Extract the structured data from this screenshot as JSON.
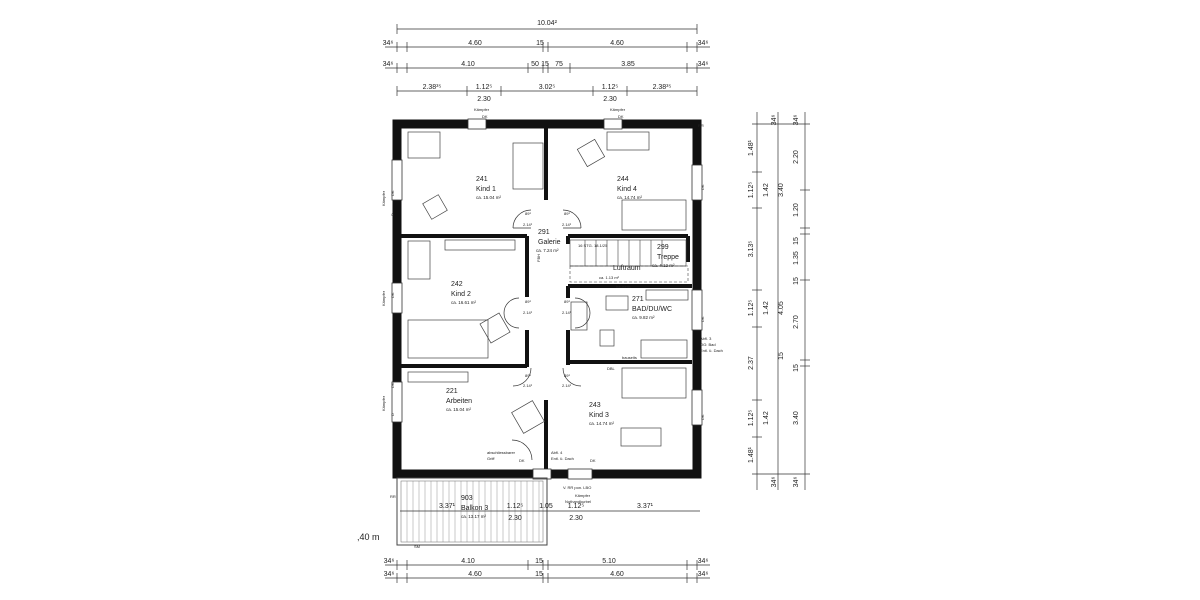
{
  "scale_label": ",40 m",
  "dims_top": {
    "overall": "10.04²",
    "row1": [
      "34⁶",
      "4.60",
      "15",
      "4.60",
      "34⁶"
    ],
    "row2": [
      "34⁶",
      "4.10",
      "50",
      "15",
      "75",
      "3.85",
      "34⁶"
    ],
    "row3": [
      "2.38³⁵",
      "1.12⁵",
      "3.02⁵",
      "1.12⁵",
      "2.38³⁵"
    ],
    "row3b": [
      "2.30",
      "2.30"
    ]
  },
  "dims_bottom": {
    "row1": [
      "34⁶",
      "4.10",
      "15",
      "5.10",
      "34⁶"
    ],
    "row2": [
      "34⁶",
      "4.60",
      "15",
      "4.60",
      "34⁶"
    ]
  },
  "dims_right": {
    "col1": [
      "34⁶",
      "1.48¹",
      "1.12⁵",
      "3.13⁵",
      "1.12⁵",
      "2.37",
      "1.12⁵",
      "1.48¹",
      "34⁶"
    ],
    "col2": [
      "1.42",
      "1.42",
      "1.42"
    ],
    "col3": [
      "34⁶",
      "2.20",
      "3.40",
      "1.20",
      "15",
      "1.35",
      "15",
      "4.05",
      "2.70",
      "15",
      "15",
      "3.40",
      "34⁶"
    ]
  },
  "rooms": [
    {
      "num": "241",
      "name": "Kind 1",
      "area": "ca. 15.04 m²"
    },
    {
      "num": "244",
      "name": "Kind 4",
      "area": "ca. 14.74 m²"
    },
    {
      "num": "291",
      "name": "Galerie",
      "area": "ca. 7.24 m²"
    },
    {
      "num": "299",
      "name": "Treppe",
      "area": "ca. 4.12 m²"
    },
    {
      "num": "242",
      "name": "Kind 2",
      "area": "ca. 16.61 m²"
    },
    {
      "num": "271",
      "name": "BAD/DU/WC",
      "area": "ca. 9.82 m²"
    },
    {
      "num": "221",
      "name": "Arbeiten",
      "area": "ca. 15.04 m²"
    },
    {
      "num": "243",
      "name": "Kind 3",
      "area": "ca. 14.74 m²"
    },
    {
      "num": "903",
      "name": "Balkon 3",
      "area": "ca. 13.17 m²"
    }
  ],
  "labels": {
    "luftraum": "Luftraum",
    "luftraum_area": "ca. 1.13 m²",
    "stair_note": "16 STG. 18.1/25",
    "door_h": "89¹",
    "door_v": "2.14¹",
    "kaempfer": "Kämpfer",
    "dk": "DK",
    "d": "D",
    "rr": "RR",
    "kaempfer_dk": "Kämpfer DK",
    "fbh": "FBH",
    "bauseits": "bauseits",
    "dbl": "DBL",
    "abfl3": "Abfl. 3",
    "og_bad": "OG: Bad",
    "entl3": "Entl. ü. Dach",
    "abfl4": "Abfl. 4",
    "entl4": "Entl. ü. Dach",
    "lock1": "abschliessbarer",
    "lock2": "Griff",
    "rr_note": "V. RR pon. LBO",
    "kaempfer_b": "Kämpfer",
    "nothandkurbel": "Nothandkurbel",
    "balk_dims_left": [
      "3.37¹",
      "1.12⁵",
      "2.30"
    ],
    "balk_dims_right": [
      "1.05",
      "1.12⁵",
      "2.30",
      "3.37¹"
    ],
    "sm": "SM"
  }
}
